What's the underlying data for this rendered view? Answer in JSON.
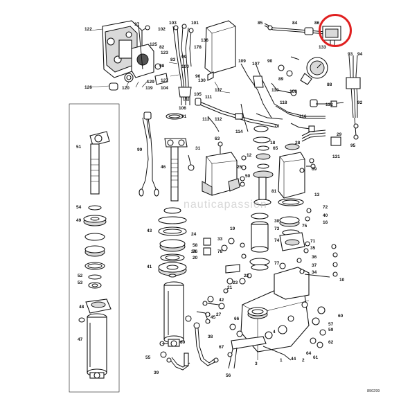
{
  "watermark": "nauticapassion",
  "document_code": "890299",
  "highlight": {
    "color": "#e02020"
  },
  "callouts": [
    "97",
    "103",
    "101",
    "85",
    "84",
    "86",
    "122",
    "102",
    "125",
    "82",
    "123",
    "178",
    "98",
    "99",
    "100",
    "96",
    "83",
    "136",
    "130",
    "133",
    "92",
    "93",
    "94",
    "129",
    "119",
    "120",
    "127",
    "104",
    "126",
    "105",
    "106",
    "111",
    "117",
    "110",
    "107",
    "109",
    "108",
    "89",
    "90",
    "88",
    "132",
    "113",
    "112",
    "118",
    "114",
    "91",
    "116",
    "70",
    "29",
    "95",
    "99",
    "31",
    "46",
    "51",
    "63",
    "12",
    "18",
    "65",
    "69",
    "25",
    "28",
    "131",
    "50",
    "81",
    "54",
    "13",
    "72",
    "40",
    "16",
    "49",
    "30",
    "74",
    "75",
    "71",
    "35",
    "43",
    "24",
    "19",
    "10",
    "33",
    "73",
    "48",
    "22",
    "78",
    "58",
    "76",
    "36",
    "37",
    "38",
    "39",
    "34",
    "53",
    "66",
    "77",
    "4",
    "42",
    "52",
    "44",
    "41",
    "21",
    "61",
    "23",
    "55",
    "60",
    "57",
    "59",
    "62",
    "45",
    "26",
    "20",
    "27",
    "47",
    "80",
    "67",
    "56",
    "3",
    "1",
    "64",
    "2"
  ]
}
